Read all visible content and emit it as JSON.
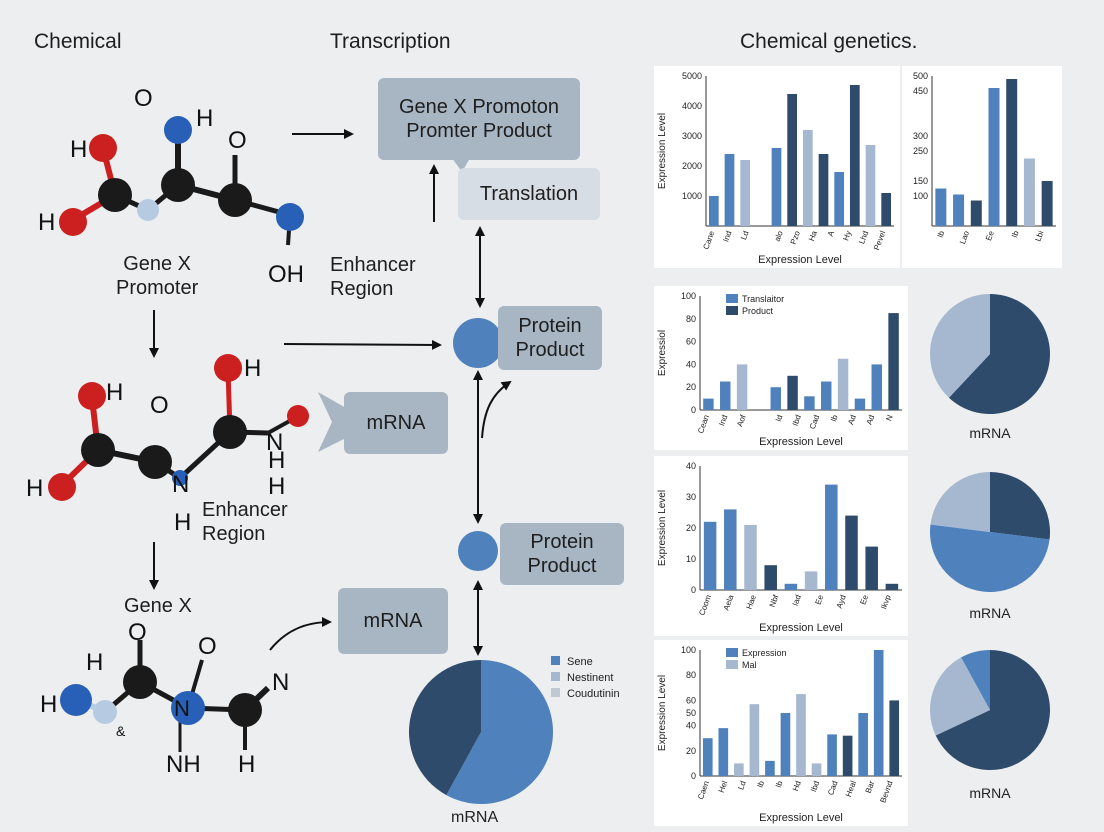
{
  "headers": {
    "chemical": "Chemical",
    "transcription": "Transcription",
    "chemical_genetics": "Chemical genetics."
  },
  "left": {
    "gene_promoter": [
      "Gene X",
      "Promoter"
    ],
    "enhancer_region": [
      "Enhancer",
      "Region"
    ],
    "gene_x": "Gene X",
    "atoms": {
      "m1": {
        "o_top": "O",
        "h_top": "H",
        "h_left": "H",
        "o_right": "O",
        "h_lower": "H",
        "oh": "OH"
      },
      "m2": {
        "h_a": "H",
        "o_a": "O",
        "h_b": "H",
        "h_c": "H",
        "n_a": "N",
        "h_d": "H",
        "n_b": "N",
        "h_e": "H",
        "h_f": "H"
      },
      "m3": {
        "o_a": "O",
        "o_b": "O",
        "h_a": "H",
        "h_b": "H",
        "n_a": "N",
        "n_b": "N",
        "nh": "NH",
        "h_c": "H",
        "small": "&"
      }
    }
  },
  "middle": {
    "promoter_box": [
      "Gene X Promoton",
      "Promter Product"
    ],
    "translation_box": "Translation",
    "enhancer_region": [
      "Enhancer",
      "Region"
    ],
    "protein_product_1": [
      "Protein",
      "Product"
    ],
    "mrna_1": "mRNA",
    "protein_product_2": [
      "Protein",
      "Product"
    ],
    "mrna_2": "mRNA",
    "pie_label": "mRNA",
    "pie_legend": [
      "Sene",
      "Nestinent",
      "Coudutinin"
    ]
  },
  "colors": {
    "dark": "#2f4b6b",
    "mid": "#4f81bd",
    "light": "#a6b8cf",
    "atom_red": "#cc1f1f",
    "atom_blue": "#2860b8",
    "atom_black": "#1a1a1a",
    "atom_pale": "#b6cbe2"
  },
  "chart_data": [
    {
      "type": "bar",
      "ylabel": "Expression Level",
      "xlabel": "Expression Level",
      "ylim": [
        0,
        5000
      ],
      "yticks": [
        1000,
        2000,
        3000,
        4000,
        5000
      ],
      "categories": [
        "Cane",
        "Ind",
        "Ld",
        "",
        "alo",
        "Pzo",
        "Ha",
        "A",
        "Hy",
        "Lhd",
        "Pevel"
      ],
      "values": [
        1000,
        2400,
        2200,
        0,
        2600,
        4400,
        3200,
        2400,
        1800,
        4700,
        2700,
        1100
      ],
      "colors": [
        "mid",
        "mid",
        "light",
        "light",
        "mid",
        "dark",
        "light",
        "dark",
        "mid",
        "dark",
        "light",
        "dark"
      ]
    },
    {
      "type": "bar",
      "ylim": [
        0,
        500
      ],
      "yticks": [
        100,
        150,
        250,
        300,
        450,
        500
      ],
      "categories": [
        "Ib",
        "Lao",
        "Ee",
        "Ib",
        "Lbi"
      ],
      "values": [
        125,
        105,
        85,
        460,
        490,
        225,
        150
      ],
      "colors": [
        "mid",
        "mid",
        "dark",
        "mid",
        "dark",
        "light",
        "dark"
      ]
    },
    {
      "type": "bar",
      "ylabel": "Expressiol",
      "xlabel": "Expression Level",
      "ylim": [
        0,
        100
      ],
      "yticks": [
        0,
        20,
        40,
        60,
        80,
        100
      ],
      "legend": [
        "Translaitor",
        "Product"
      ],
      "categories": [
        "Cean",
        "Ind",
        "Aof",
        "",
        "Id",
        "Ibd",
        "Cad",
        "Ib",
        "Ad",
        "Ad",
        "N"
      ],
      "values": [
        10,
        25,
        40,
        0,
        20,
        30,
        12,
        25,
        45,
        10,
        40,
        85
      ],
      "colors": [
        "mid",
        "mid",
        "light",
        "light",
        "mid",
        "dark",
        "mid",
        "mid",
        "light",
        "mid",
        "mid",
        "dark"
      ]
    },
    {
      "type": "bar",
      "ylabel": "Expression Level",
      "xlabel": "Expression Level",
      "ylim": [
        0,
        40
      ],
      "yticks": [
        0,
        10,
        20,
        30,
        40
      ],
      "categories": [
        "Coom",
        "Aela",
        "Hae",
        "Nbf",
        "Iad",
        "Ee",
        "Ayd",
        "Ee",
        "Ikvp"
      ],
      "values": [
        22,
        26,
        21,
        8,
        2,
        6,
        34,
        24,
        14,
        2
      ],
      "colors": [
        "mid",
        "mid",
        "light",
        "dark",
        "mid",
        "light",
        "mid",
        "dark",
        "dark",
        "dark"
      ]
    },
    {
      "type": "bar",
      "ylabel": "Expression Level",
      "xlabel": "Expression Level",
      "ylim": [
        0,
        100
      ],
      "yticks": [
        0,
        20,
        40,
        50,
        60,
        80,
        100
      ],
      "legend": [
        "Expression",
        "Mal"
      ],
      "categories": [
        "Caen",
        "Hel",
        "Ld",
        "Ib",
        "Ib",
        "Hd",
        "Ibd",
        "Cad",
        "Heal",
        "Bar",
        "Bevnd"
      ],
      "values": [
        30,
        38,
        10,
        57,
        12,
        50,
        65,
        10,
        33,
        32,
        50,
        100,
        60
      ],
      "colors": [
        "mid",
        "mid",
        "light",
        "light",
        "mid",
        "mid",
        "light",
        "light",
        "mid",
        "dark",
        "mid",
        "mid",
        "dark"
      ]
    },
    {
      "type": "pie",
      "label": "mRNA",
      "values": [
        62,
        38
      ],
      "colors": [
        "dark",
        "light"
      ]
    },
    {
      "type": "pie",
      "label": "mRNA",
      "values": [
        27,
        50,
        23
      ],
      "colors": [
        "dark",
        "mid",
        "light"
      ]
    },
    {
      "type": "pie",
      "label": "mRNA",
      "values": [
        68,
        24,
        8
      ],
      "colors": [
        "dark",
        "light",
        "mid"
      ]
    },
    {
      "type": "pie",
      "label": "mRNA",
      "values": [
        58,
        42
      ],
      "colors": [
        "mid",
        "dark"
      ]
    }
  ]
}
